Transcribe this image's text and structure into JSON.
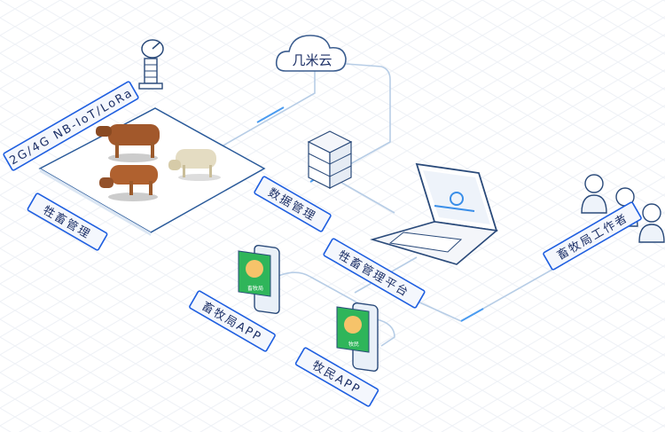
{
  "labels": {
    "network": "2G/4G NB-IoT/LoRa",
    "livestock_management": "牲畜管理",
    "cloud": "几米云",
    "data_management": "数据管理",
    "platform": "牲畜管理平台",
    "bureau_workers": "畜牧局工作者",
    "bureau_app": "畜牧局APP",
    "herder_app": "牧民APP"
  },
  "phone_screens": {
    "bureau": "畜牧局",
    "herder": "牧民"
  },
  "colors": {
    "accent": "#1f5fe0",
    "line": "#b7cde6",
    "app_green": "#2fb55a"
  }
}
